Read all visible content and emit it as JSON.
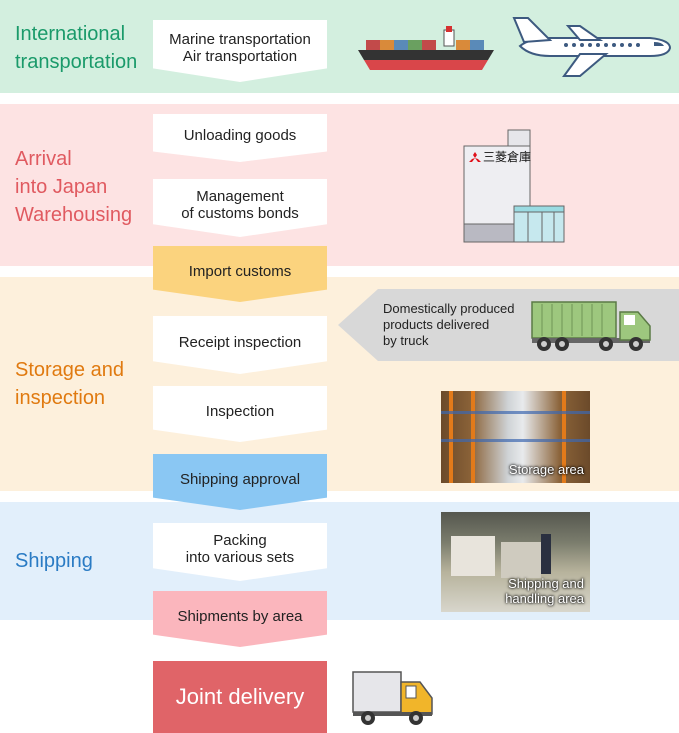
{
  "stages": {
    "international": "International\ntransportation",
    "arrival": "Arrival\ninto Japan\nWarehousing",
    "storage": "Storage and\ninspection",
    "shipping": "Shipping"
  },
  "steps": {
    "transport": "Marine transportation\nAir transportation",
    "unloading": "Unloading goods",
    "customs_bonds": "Management\nof customs bonds",
    "import_customs": "Import customs",
    "receipt_inspection": "Receipt inspection",
    "inspection": "Inspection",
    "shipping_approval": "Shipping approval",
    "packing": "Packing\ninto various sets",
    "shipments_by_area": "Shipments by area",
    "joint_delivery": "Joint delivery"
  },
  "domestic_note": "Domestically produced\nproducts delivered\nby truck",
  "warehouse_sign": "三菱倉庫",
  "photos": {
    "storage_area": "Storage area",
    "handling_area": "Shipping and\nhandling area"
  },
  "colors": {
    "international_bg": "#d3efdf",
    "international_text": "#1a9a6a",
    "arrival_bg": "#fde3e3",
    "arrival_text": "#e05a60",
    "storage_bg": "#fdf0dc",
    "storage_text": "#e07a10",
    "shipping_bg": "#e2effb",
    "shipping_text": "#2a7bc4",
    "import_customs": "#fbd37e",
    "shipping_approval": "#8ac7f3",
    "shipments_by_area": "#fbb6bd",
    "joint_delivery": "#e06468"
  },
  "icons": [
    "cargo-ship-icon",
    "airplane-icon",
    "warehouse-icon",
    "mitsubishi-logo-icon",
    "container-truck-icon",
    "delivery-truck-icon"
  ]
}
